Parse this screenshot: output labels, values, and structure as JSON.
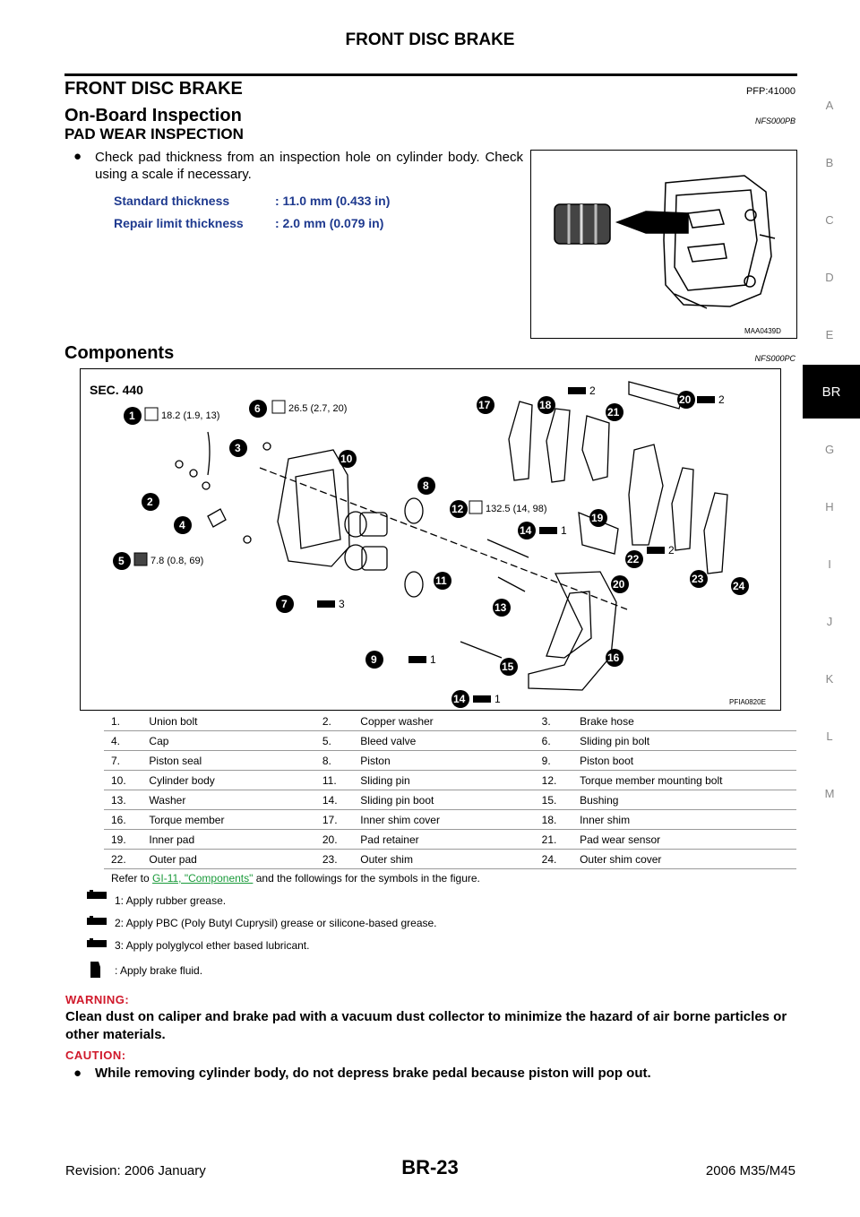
{
  "header": {
    "title": "FRONT DISC BRAKE"
  },
  "section": {
    "title": "FRONT DISC BRAKE",
    "code": "PFP:41000"
  },
  "onboard": {
    "title": "On-Board Inspection",
    "code": "NFS000PB",
    "subtitle": "PAD WEAR INSPECTION",
    "bullet": "Check pad thickness from an inspection hole on cylinder body. Check using a scale if necessary.",
    "specs": [
      {
        "label": "Standard thickness",
        "value": ": 11.0 mm (0.433 in)"
      },
      {
        "label": "Repair limit thickness",
        "value": ": 2.0 mm (0.079 in)"
      }
    ],
    "figure_id": "MAA0439D"
  },
  "components": {
    "title": "Components",
    "code": "NFS000PC",
    "figure": {
      "sec": "SEC. 440",
      "id": "PFIA0820E",
      "torques": [
        "18.2 (1.9, 13)",
        "26.5 (2.7, 20)",
        "132.5 (14, 98)",
        "7.8 (0.8, 69)"
      ],
      "symbol_nums": [
        "2",
        "2",
        "2",
        "1",
        "3",
        "1",
        "1"
      ]
    },
    "parts": [
      [
        "1.",
        "Union bolt",
        "2.",
        "Copper washer",
        "3.",
        "Brake hose"
      ],
      [
        "4.",
        "Cap",
        "5.",
        "Bleed valve",
        "6.",
        "Sliding pin bolt"
      ],
      [
        "7.",
        "Piston seal",
        "8.",
        "Piston",
        "9.",
        "Piston boot"
      ],
      [
        "10.",
        "Cylinder body",
        "11.",
        "Sliding pin",
        "12.",
        "Torque member mounting bolt"
      ],
      [
        "13.",
        "Washer",
        "14.",
        "Sliding pin boot",
        "15.",
        "Bushing"
      ],
      [
        "16.",
        "Torque member",
        "17.",
        "Inner shim cover",
        "18.",
        "Inner shim"
      ],
      [
        "19.",
        "Inner pad",
        "20.",
        "Pad retainer",
        "21.",
        "Pad wear sensor"
      ],
      [
        "22.",
        "Outer pad",
        "23.",
        "Outer shim",
        "24.",
        "Outer shim cover"
      ]
    ],
    "refer_prefix": "Refer to",
    "refer_link": "GI-11, \"Components\"",
    "refer_suffix": "and the followings for the symbols in the figure.",
    "symbols": [
      "1: Apply rubber grease.",
      "2: Apply PBC (Poly Butyl Cuprysil) grease or silicone-based grease.",
      "3: Apply polyglycol ether based lubricant.",
      ": Apply brake fluid."
    ]
  },
  "warning": {
    "heading": "WARNING:",
    "text": "Clean dust on caliper and brake pad with a vacuum dust collector to minimize the hazard of air borne particles or other materials."
  },
  "caution": {
    "heading": "CAUTION:",
    "bullet": "While removing cylinder body, do not depress brake pedal because piston will pop out."
  },
  "footer": {
    "revision": "Revision: 2006 January",
    "page": "BR-23",
    "model": "2006 M35/M45"
  },
  "side_tabs": [
    "A",
    "B",
    "C",
    "D",
    "E",
    "BR",
    "G",
    "H",
    "I",
    "J",
    "K",
    "L",
    "M"
  ]
}
